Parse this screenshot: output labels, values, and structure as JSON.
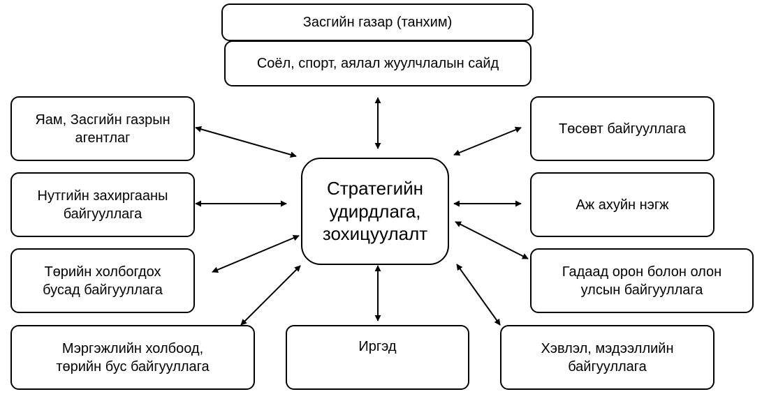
{
  "diagram": {
    "top_title": "Засгийн газар (танхим)",
    "ministry": "Соёл, спорт, аялал жуулчлалын сайд",
    "center": [
      "Стратегийн",
      "удирдлага,",
      "зохицуулалт"
    ],
    "left": {
      "agency": [
        "Яам, Засгийн газрын",
        "агентлаг"
      ],
      "local_gov": [
        "Нутгийн захиргааны",
        "байгууллага"
      ],
      "other_state": [
        "Төрийн холбогдох",
        "бусад байгууллага"
      ],
      "ngo": [
        "Мэргэжлийн холбоод,",
        "төрийн бус байгууллага"
      ]
    },
    "bottom": {
      "citizens": "Иргэд"
    },
    "right": {
      "budget_org": "Төсөвт байгууллага",
      "business": "Аж ахуйн нэгж",
      "foreign": [
        "Гадаад орон болон олон",
        "улсын байгууллага"
      ],
      "media": [
        "Хэвлэл, мэдээллийн",
        "байгууллага"
      ]
    }
  }
}
